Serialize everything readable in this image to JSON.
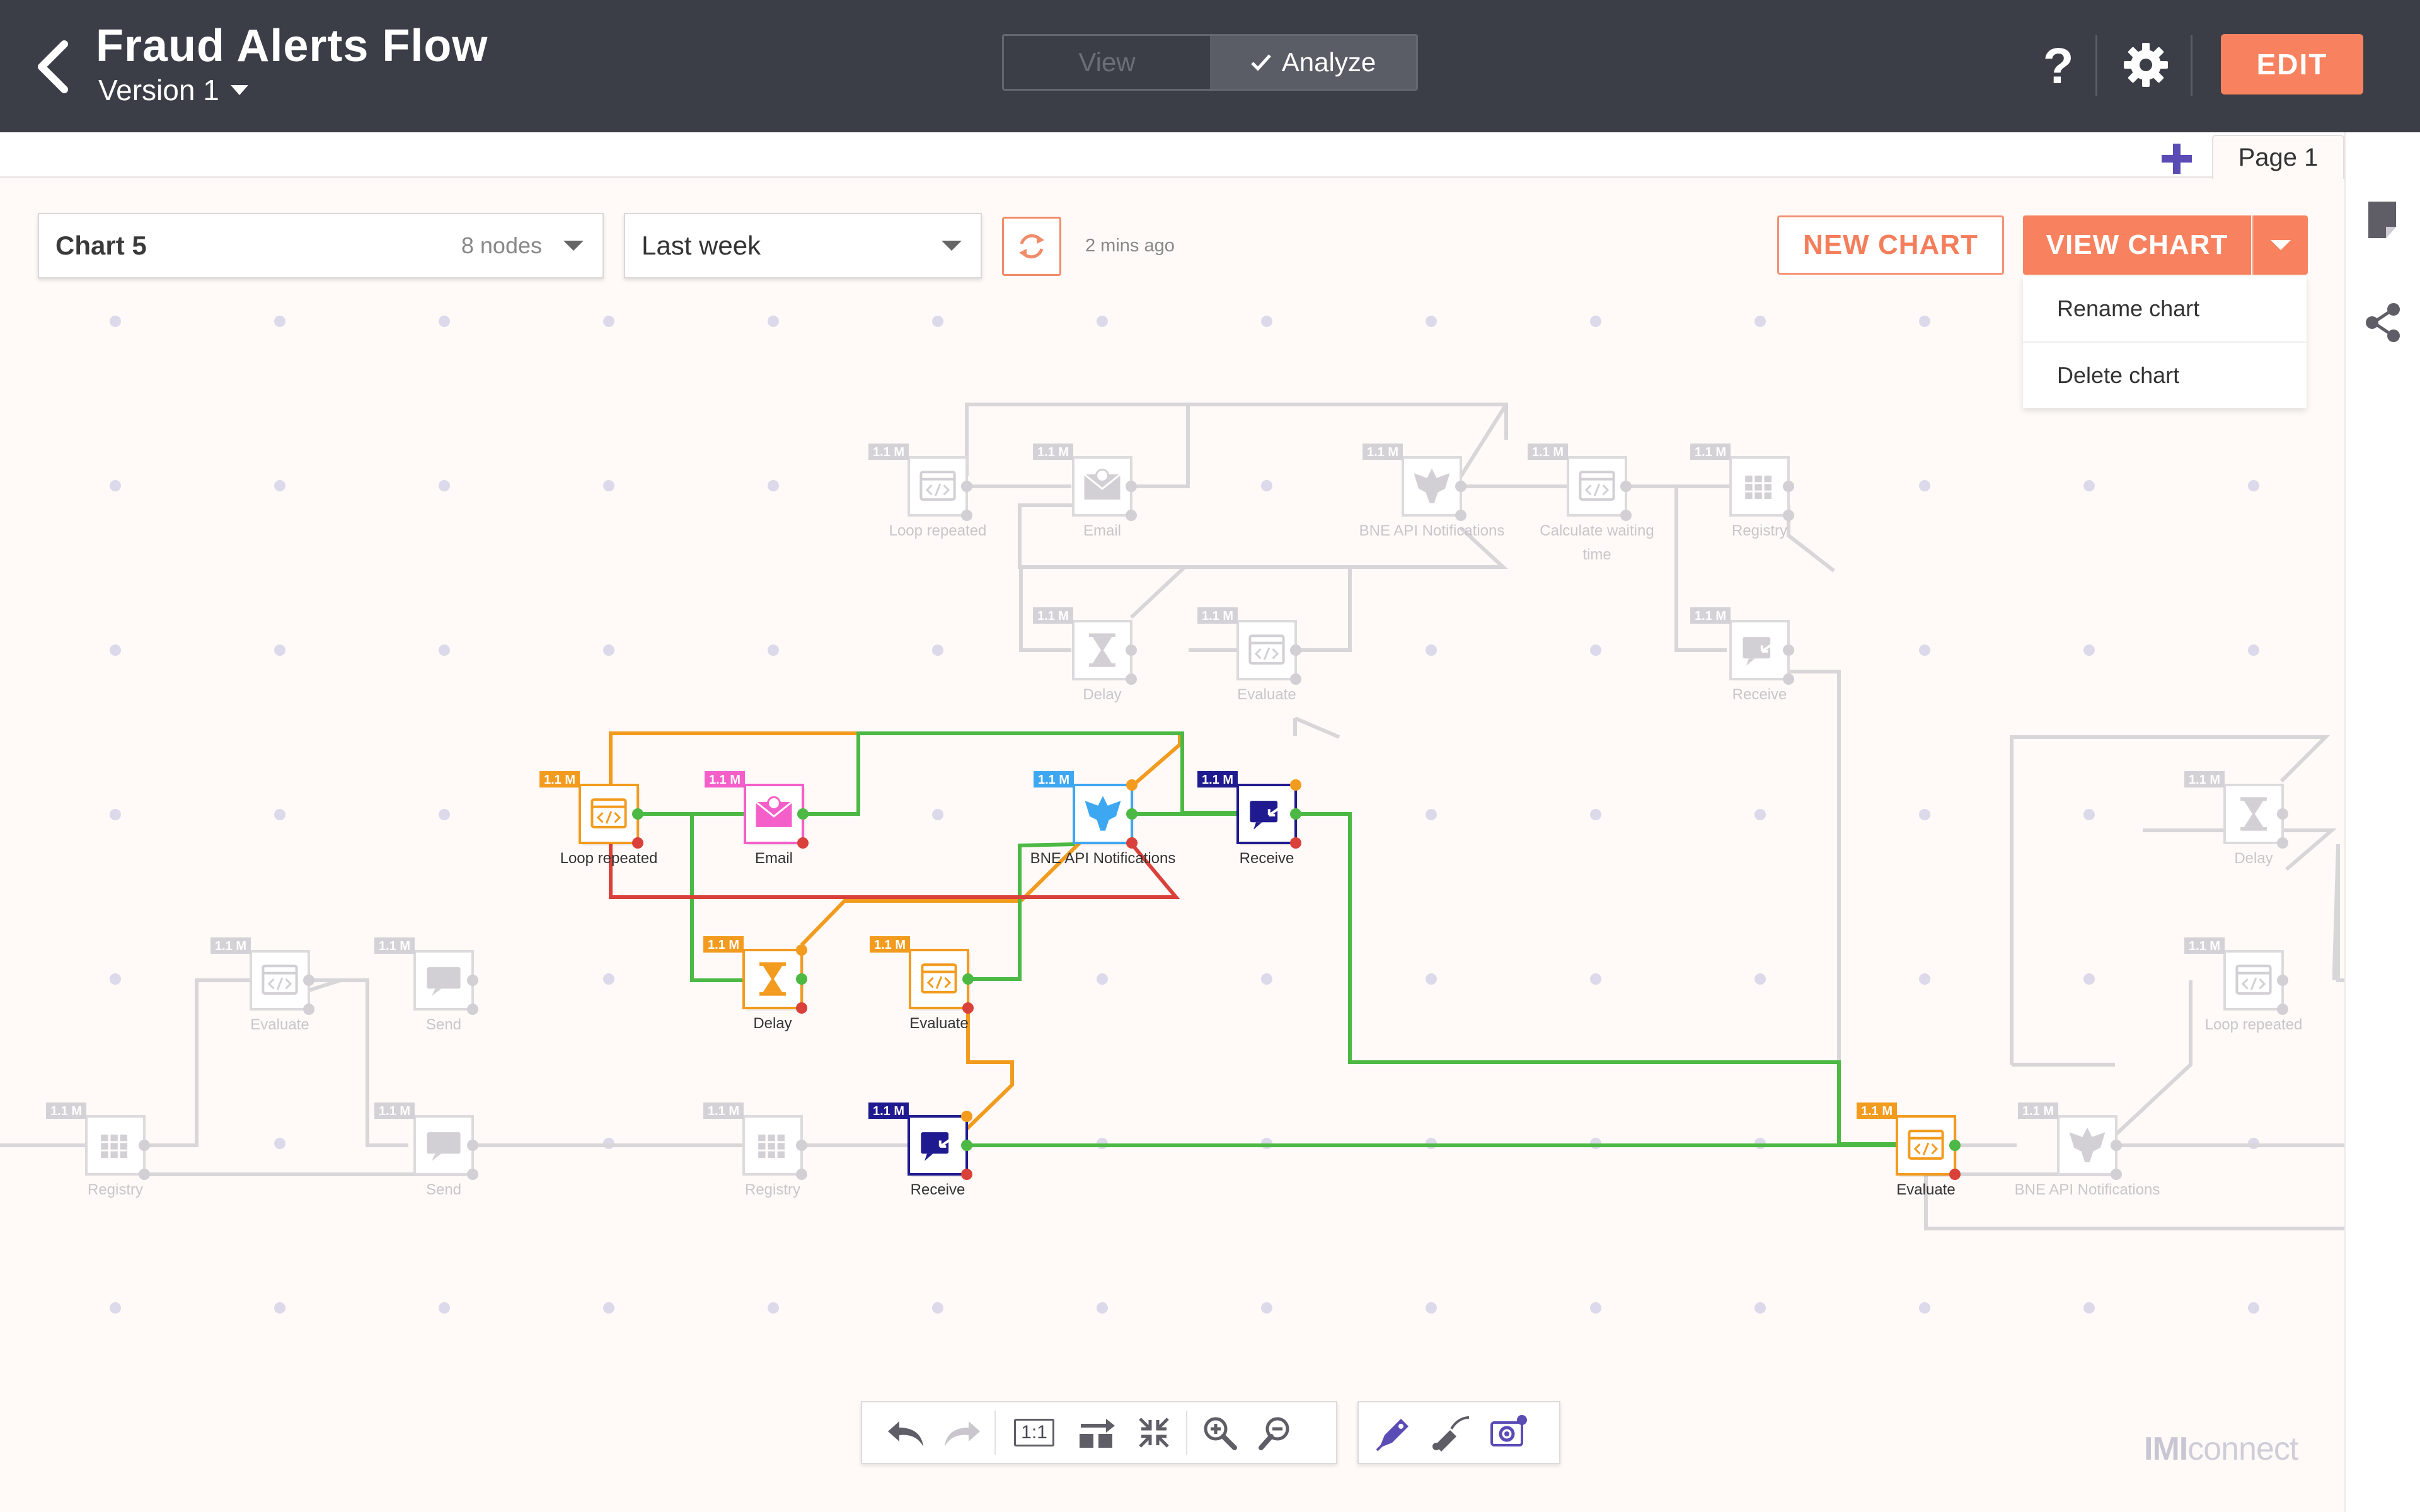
{
  "header": {
    "title": "Fraud Alerts Flow",
    "version": "Version 1",
    "mode_view": "View",
    "mode_analyze": "Analyze",
    "help": "?",
    "edit_label": "EDIT"
  },
  "pages": {
    "current": "Page 1"
  },
  "toolbar": {
    "chart_name": "Chart 5",
    "node_count": "8 nodes",
    "period": "Last week",
    "updated": "2 mins ago",
    "new_chart": "NEW CHART",
    "view_chart": "VIEW CHART",
    "menu": [
      "Rename chart",
      "Delete chart"
    ]
  },
  "colors": {
    "accent": "#f8825f",
    "header_bg": "#3b3e47",
    "success_path": "#4cb944",
    "failure_path": "#d9413a",
    "delay_path": "#f29b1e",
    "navy": "#1f1a8f",
    "pink": "#f55fc9",
    "blue": "#3ea7f2",
    "canvas_bg": "#fffaf8",
    "toolbar_icon": "#5b4bb5"
  },
  "canvas": {
    "badge": "1.1 M",
    "active_nodes": [
      {
        "id": "loop",
        "label": "Loop repeated",
        "type": "code-icon",
        "color": "#f29b1e"
      },
      {
        "id": "email",
        "label": "Email",
        "type": "envelope-icon",
        "color": "#f55fc9"
      },
      {
        "id": "bne",
        "label": "BNE API Notifications",
        "type": "eagle-icon",
        "color": "#3ea7f2"
      },
      {
        "id": "receive1",
        "label": "Receive",
        "type": "receive-icon",
        "color": "#1f1a8f"
      },
      {
        "id": "delay",
        "label": "Delay",
        "type": "hourglass-icon",
        "color": "#f29b1e"
      },
      {
        "id": "evaluate1",
        "label": "Evaluate",
        "type": "code-icon",
        "color": "#f29b1e"
      },
      {
        "id": "receive2",
        "label": "Receive",
        "type": "receive-icon",
        "color": "#1f1a8f"
      },
      {
        "id": "evaluate2",
        "label": "Evaluate",
        "type": "code-icon",
        "color": "#f29b1e"
      }
    ],
    "inactive_nodes": [
      {
        "id": "g-loop",
        "label": "Loop repeated"
      },
      {
        "id": "g-email",
        "label": "Email"
      },
      {
        "id": "g-bne",
        "label": "BNE API Notifications"
      },
      {
        "id": "g-calc",
        "label": "Calculate waiting time"
      },
      {
        "id": "g-registry1",
        "label": "Registry"
      },
      {
        "id": "g-delay1",
        "label": "Delay"
      },
      {
        "id": "g-evaluate1",
        "label": "Evaluate"
      },
      {
        "id": "g-receive",
        "label": "Receive"
      },
      {
        "id": "g-evaluate2",
        "label": "Evaluate"
      },
      {
        "id": "g-send1",
        "label": "Send"
      },
      {
        "id": "g-registry2",
        "label": "Registry"
      },
      {
        "id": "g-send2",
        "label": "Send"
      },
      {
        "id": "g-registry3",
        "label": "Registry"
      },
      {
        "id": "g-delay2",
        "label": "Delay"
      },
      {
        "id": "g-loop2",
        "label": "Loop repeated"
      },
      {
        "id": "g-bne2",
        "label": "BNE API Notifications"
      }
    ]
  },
  "bottom_toolbar": {
    "fit_label": "1:1",
    "brand_a": "IMI",
    "brand_b": "connect"
  }
}
